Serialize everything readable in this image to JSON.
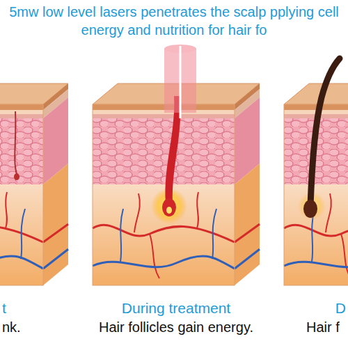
{
  "diagram": {
    "title": "5mw low level lasers penetrates the scalp pplying cell energy and nutrition for hair fo",
    "labels": [
      "t",
      "During treatment",
      "D",
      "nk.",
      "Hair follicles gain energy.",
      "Hair f"
    ]
  }
}
